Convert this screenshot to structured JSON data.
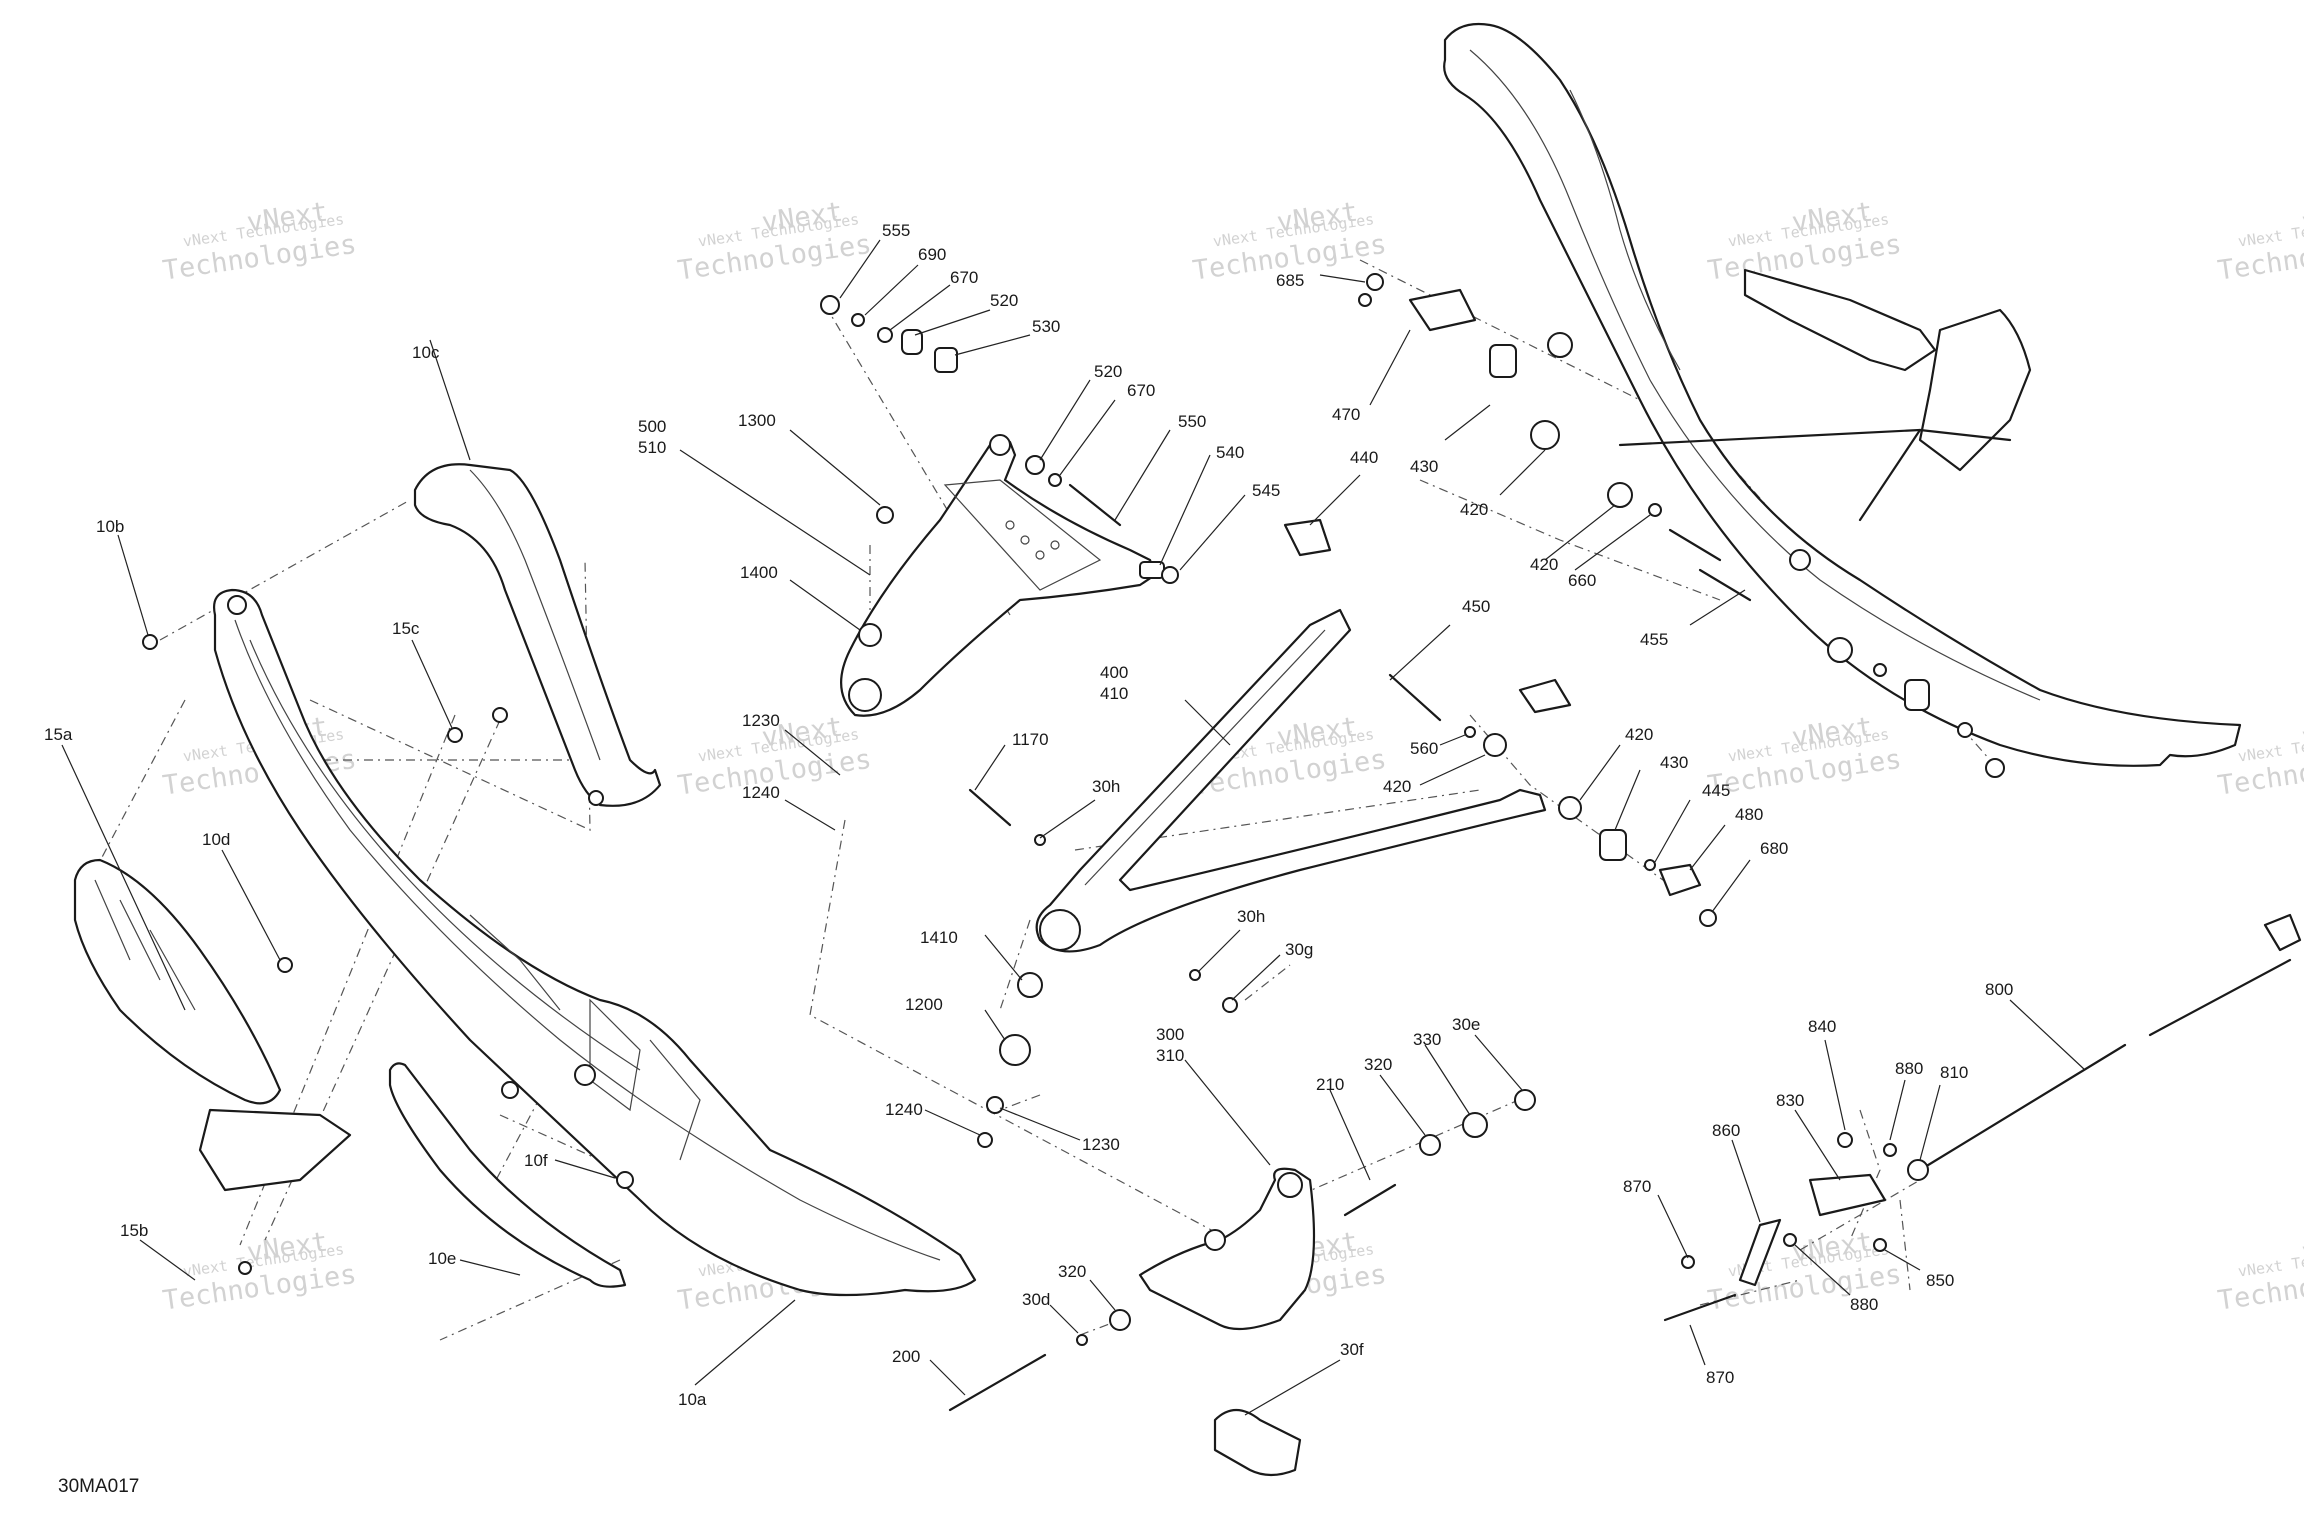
{
  "diagram": {
    "drawing_code": "30MA017",
    "watermark": {
      "line1": "vNext Technologies",
      "line2": "Technologies",
      "overlay": "vNext"
    },
    "callouts": [
      {
        "id": "c555",
        "label": "555"
      },
      {
        "id": "c690",
        "label": "690"
      },
      {
        "id": "c670a",
        "label": "670"
      },
      {
        "id": "c520a",
        "label": "520"
      },
      {
        "id": "c530",
        "label": "530"
      },
      {
        "id": "c520b",
        "label": "520"
      },
      {
        "id": "c670b",
        "label": "670"
      },
      {
        "id": "c550",
        "label": "550"
      },
      {
        "id": "c540",
        "label": "540"
      },
      {
        "id": "c545",
        "label": "545"
      },
      {
        "id": "c500",
        "label": "500"
      },
      {
        "id": "c510",
        "label": "510"
      },
      {
        "id": "c1300",
        "label": "1300"
      },
      {
        "id": "c1400",
        "label": "1400"
      },
      {
        "id": "c1230a",
        "label": "1230"
      },
      {
        "id": "c1240a",
        "label": "1240"
      },
      {
        "id": "c10c",
        "label": "10c"
      },
      {
        "id": "c10b",
        "label": "10b"
      },
      {
        "id": "c15c",
        "label": "15c"
      },
      {
        "id": "c15a",
        "label": "15a"
      },
      {
        "id": "c10d",
        "label": "10d"
      },
      {
        "id": "c15b",
        "label": "15b"
      },
      {
        "id": "c10f",
        "label": "10f"
      },
      {
        "id": "c10e",
        "label": "10e"
      },
      {
        "id": "c10a",
        "label": "10a"
      },
      {
        "id": "c685",
        "label": "685"
      },
      {
        "id": "c470",
        "label": "470"
      },
      {
        "id": "c430a",
        "label": "430"
      },
      {
        "id": "c440",
        "label": "440"
      },
      {
        "id": "c420a",
        "label": "420"
      },
      {
        "id": "c420b",
        "label": "420"
      },
      {
        "id": "c660",
        "label": "660"
      },
      {
        "id": "c455",
        "label": "455"
      },
      {
        "id": "c400",
        "label": "400"
      },
      {
        "id": "c410",
        "label": "410"
      },
      {
        "id": "c450",
        "label": "450"
      },
      {
        "id": "c560",
        "label": "560"
      },
      {
        "id": "c420c",
        "label": "420"
      },
      {
        "id": "c420d",
        "label": "420"
      },
      {
        "id": "c430b",
        "label": "430"
      },
      {
        "id": "c445",
        "label": "445"
      },
      {
        "id": "c480",
        "label": "480"
      },
      {
        "id": "c680",
        "label": "680"
      },
      {
        "id": "c1170",
        "label": "1170"
      },
      {
        "id": "c30h_a",
        "label": "30h"
      },
      {
        "id": "c30h_b",
        "label": "30h"
      },
      {
        "id": "c30g",
        "label": "30g"
      },
      {
        "id": "c1410",
        "label": "1410"
      },
      {
        "id": "c1200",
        "label": "1200"
      },
      {
        "id": "c1240b",
        "label": "1240"
      },
      {
        "id": "c1230b",
        "label": "1230"
      },
      {
        "id": "c300",
        "label": "300"
      },
      {
        "id": "c310",
        "label": "310"
      },
      {
        "id": "c210",
        "label": "210"
      },
      {
        "id": "c320a",
        "label": "320"
      },
      {
        "id": "c330",
        "label": "330"
      },
      {
        "id": "c30e",
        "label": "30e"
      },
      {
        "id": "c320b",
        "label": "320"
      },
      {
        "id": "c30d",
        "label": "30d"
      },
      {
        "id": "c200",
        "label": "200"
      },
      {
        "id": "c30f",
        "label": "30f"
      },
      {
        "id": "c800",
        "label": "800"
      },
      {
        "id": "c840",
        "label": "840"
      },
      {
        "id": "c880a",
        "label": "880"
      },
      {
        "id": "c810",
        "label": "810"
      },
      {
        "id": "c830",
        "label": "830"
      },
      {
        "id": "c860",
        "label": "860"
      },
      {
        "id": "c870a",
        "label": "870"
      },
      {
        "id": "c850",
        "label": "850"
      },
      {
        "id": "c880b",
        "label": "880"
      },
      {
        "id": "c870b",
        "label": "870"
      }
    ]
  }
}
